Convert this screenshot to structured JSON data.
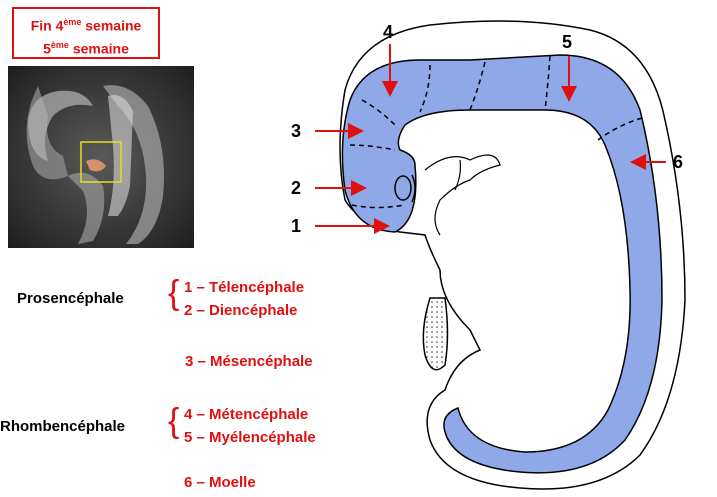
{
  "header": {
    "line1_main": "Fin 4",
    "line1_sup": "ème",
    "line1_rest": " semaine",
    "line2_main": "5",
    "line2_sup": "ème",
    "line2_rest": " semaine"
  },
  "groups": {
    "prosencephale": "Prosencéphale",
    "rhombencephale": "Rhombencéphale"
  },
  "items": [
    "1 – Télencéphale",
    "2 – Diencéphale",
    "3 – Mésencéphale",
    "4 – Métencéphale",
    "5 – Myélencéphale",
    "6 – Moelle"
  ],
  "diagram_numbers": [
    "1",
    "2",
    "3",
    "4",
    "5",
    "6"
  ],
  "colors": {
    "accent": "#e01010",
    "neural_tube": "#8fa8e8"
  }
}
